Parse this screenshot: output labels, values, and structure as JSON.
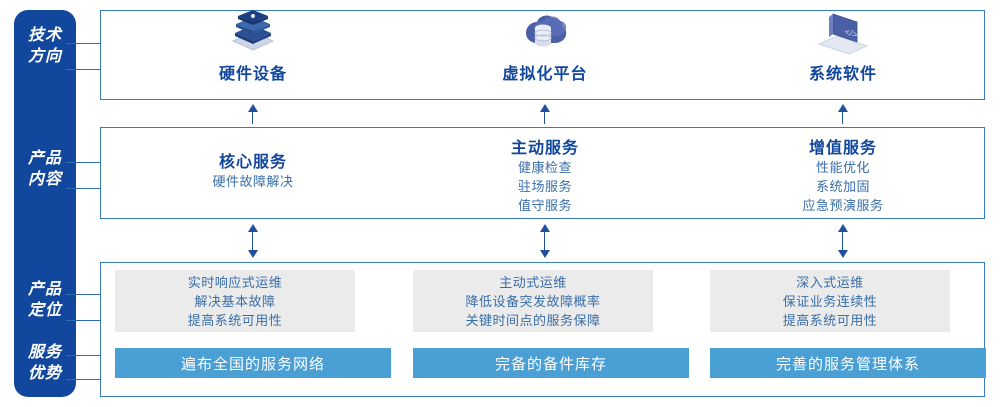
{
  "rail": {
    "items": [
      {
        "name": "tech-direction",
        "line1": "技术",
        "line2": "方向"
      },
      {
        "name": "product-content",
        "line1": "产品",
        "line2": "内容"
      },
      {
        "name": "product-position",
        "line1": "产品",
        "line2": "定位"
      },
      {
        "name": "service-advantage",
        "line1": "服务",
        "line2": "优势"
      }
    ]
  },
  "tech_row": {
    "columns": [
      {
        "icon": "server-stack-icon",
        "label": "硬件设备"
      },
      {
        "icon": "cloud-database-icon",
        "label": "虚拟化平台"
      },
      {
        "icon": "laptop-code-icon",
        "label": "系统软件"
      }
    ]
  },
  "content_row": {
    "columns": [
      {
        "title": "核心服务",
        "items": [
          "硬件故障解决"
        ]
      },
      {
        "title": "主动服务",
        "items": [
          "健康检查",
          "驻场服务",
          "值守服务"
        ]
      },
      {
        "title": "增值服务",
        "items": [
          "性能优化",
          "系统加固",
          "应急预演服务"
        ]
      }
    ]
  },
  "position_row": {
    "cards": [
      {
        "lines": [
          "实时响应式运维",
          "解决基本故障",
          "提高系统可用性"
        ]
      },
      {
        "lines": [
          "主动式运维",
          "降低设备突发故障概率",
          "关键时间点的服务保障"
        ]
      },
      {
        "lines": [
          "深入式运维",
          "保证业务连续性",
          "提高系统可用性"
        ]
      }
    ]
  },
  "advantage_row": {
    "bars": [
      {
        "label": "遍布全国的服务网络"
      },
      {
        "label": "完备的备件库存"
      },
      {
        "label": "完善的服务管理体系"
      }
    ]
  },
  "colors": {
    "rail_blue": "#12479e",
    "box_border": "#3a7bc0",
    "title_blue": "#12479e",
    "body_blue": "#3a6ea8",
    "bar_blue": "#4a9fd4",
    "card_gray": "#ebebeb",
    "arrow_blue": "#1f4f9e"
  }
}
